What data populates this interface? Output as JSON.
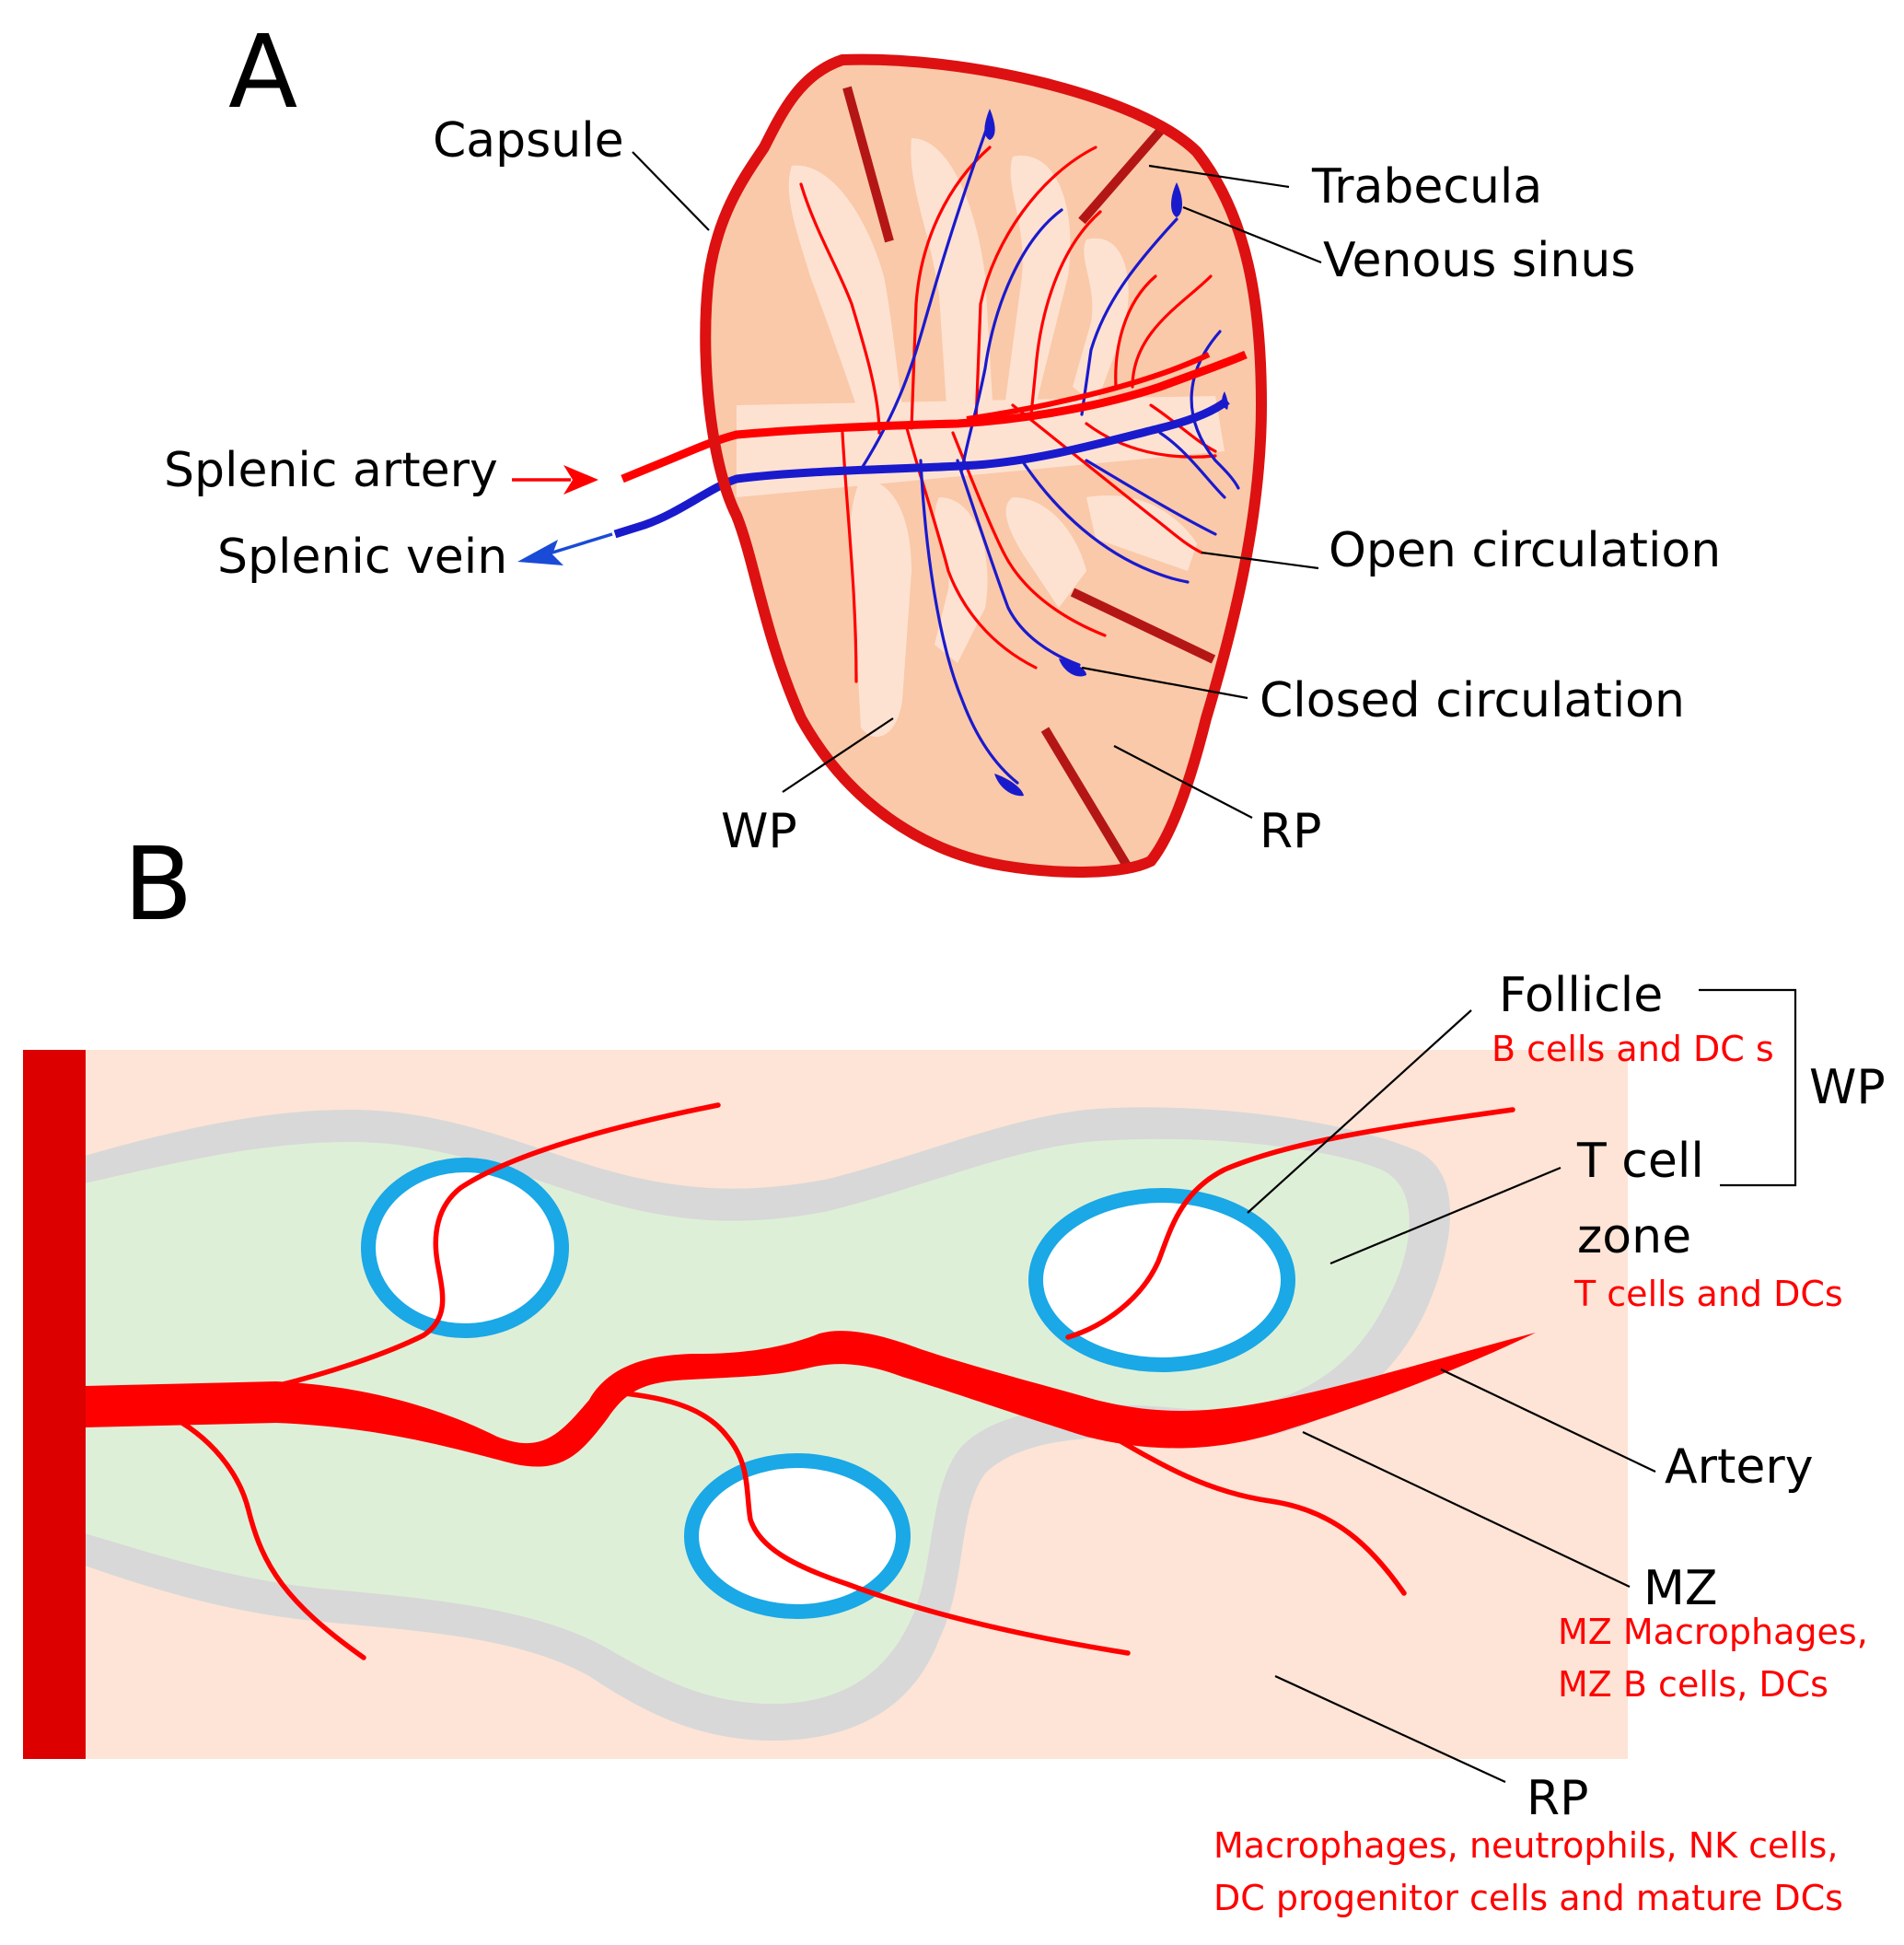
{
  "colors": {
    "capsule": "#dd1111",
    "trabecula": "#b41616",
    "parenchyma": "#fac9a9",
    "white_pulp_light": "#fde2d2",
    "artery": "#ff0000",
    "vein": "#1a1acd",
    "arrow_vein": "#1a4bd6",
    "marginal_zone": "#d8d8d8",
    "t_cell_zone": "#deefd8",
    "follicle_ring": "#1aa8e6",
    "panel_b_bg": "#fde4d6",
    "capsule_bar": "#dd0000",
    "cell_text": "#ff0000"
  },
  "panel_a": {
    "letter": "A",
    "labels": {
      "capsule": "Capsule",
      "trabecula": "Trabecula",
      "venous_sinus": "Venous sinus",
      "splenic_artery": "Splenic artery",
      "splenic_vein": "Splenic vein",
      "open_circulation": "Open circulation",
      "closed_circulation": "Closed circulation",
      "wp": "WP",
      "rp": "RP"
    }
  },
  "panel_b": {
    "letter": "B",
    "labels": {
      "follicle": "Follicle",
      "follicle_cells": "B cells and DC s",
      "wp": "WP",
      "t_cell_line1": "T cell",
      "t_cell_line2": "zone",
      "t_cells": "T cells and DCs",
      "artery": "Artery",
      "mz": "MZ",
      "mz_cells_line1": "MZ Macrophages,",
      "mz_cells_line2": "MZ B cells, DCs",
      "rp": "RP",
      "rp_cells_line1": "Macrophages, neutrophils, NK cells,",
      "rp_cells_line2": "DC progenitor cells and mature DCs"
    }
  }
}
